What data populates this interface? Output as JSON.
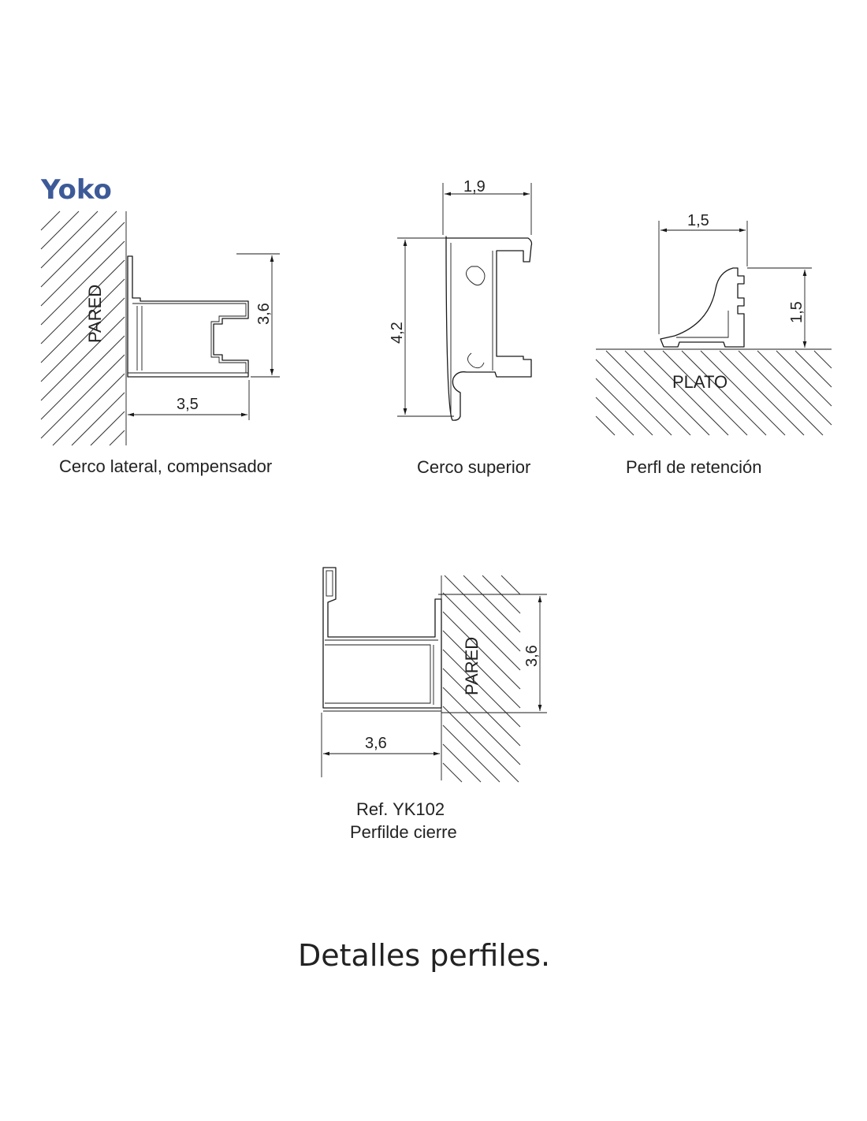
{
  "brand": {
    "name": "Yoko",
    "color": "#3d5a98"
  },
  "profiles": {
    "lateral": {
      "wall_label": "PARED",
      "dim_height": "3,6",
      "dim_width": "3,5",
      "caption": "Cerco lateral, compensador"
    },
    "superior": {
      "dim_width": "1,9",
      "dim_height": "4,2",
      "caption": "Cerco superior"
    },
    "retencion": {
      "dim_width": "1,5",
      "dim_height": "1,5",
      "base_label": "PLATO",
      "caption": "Perfl de retención"
    },
    "cierre": {
      "wall_label": "PARED",
      "dim_height": "3,6",
      "dim_width": "3,6",
      "ref": "Ref. YK102",
      "caption": "Perfilde cierre"
    }
  },
  "page_title": "Detalles perfiles."
}
